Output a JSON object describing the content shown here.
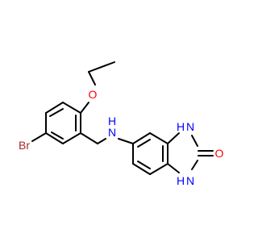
{
  "atoms": {
    "bromine": {
      "symbol": "Br",
      "color": "#a52a2a"
    },
    "oxygen_ether": {
      "symbol": "O",
      "color": "#ff0000"
    },
    "oxygen_carbonyl": {
      "symbol": "O",
      "color": "#ff0000"
    },
    "nitrogen_amine": {
      "symbol": "N",
      "sub": "H",
      "color": "#0000ff"
    },
    "nitrogen_ring_top": {
      "symbol": "N",
      "sub": "H",
      "color": "#0000ff"
    },
    "nitrogen_ring_bottom": {
      "symbol": "N",
      "sub": "H",
      "color": "#0000ff"
    }
  }
}
